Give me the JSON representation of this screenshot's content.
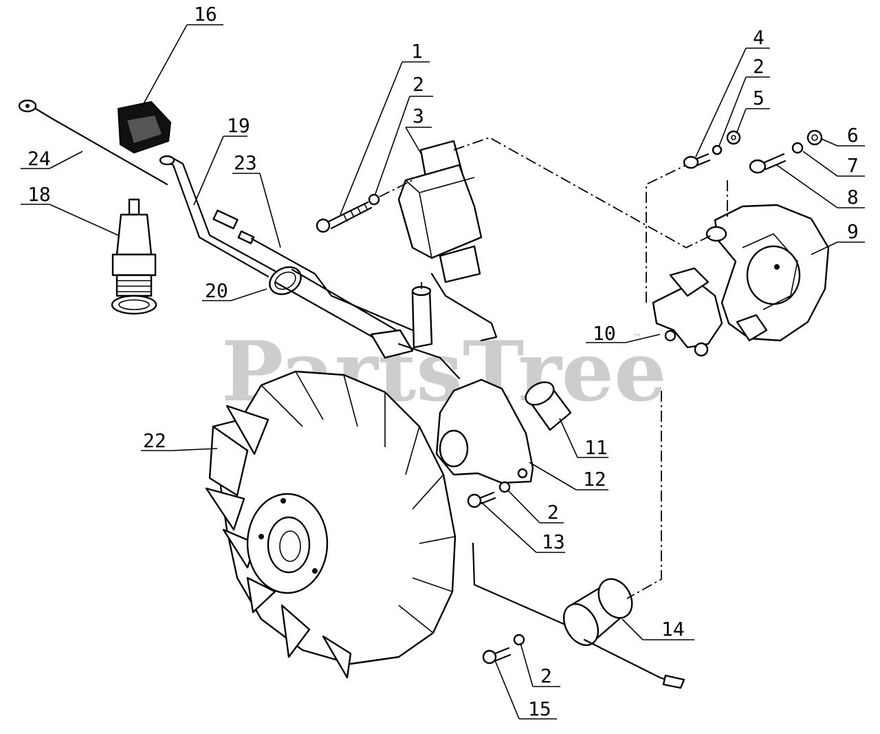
{
  "watermark": {
    "text": "PartsTree",
    "trademark": "™"
  },
  "callouts": [
    {
      "id": "c16",
      "number": "16"
    },
    {
      "id": "c1",
      "number": "1"
    },
    {
      "id": "c2a",
      "number": "2"
    },
    {
      "id": "c3",
      "number": "3"
    },
    {
      "id": "c4",
      "number": "4"
    },
    {
      "id": "c2b",
      "number": "2"
    },
    {
      "id": "c5",
      "number": "5"
    },
    {
      "id": "c6",
      "number": "6"
    },
    {
      "id": "c7",
      "number": "7"
    },
    {
      "id": "c8",
      "number": "8"
    },
    {
      "id": "c9",
      "number": "9"
    },
    {
      "id": "c19",
      "number": "19"
    },
    {
      "id": "c23",
      "number": "23"
    },
    {
      "id": "c24",
      "number": "24"
    },
    {
      "id": "c18",
      "number": "18"
    },
    {
      "id": "c20",
      "number": "20"
    },
    {
      "id": "c10",
      "number": "10"
    },
    {
      "id": "c22",
      "number": "22"
    },
    {
      "id": "c11",
      "number": "11"
    },
    {
      "id": "c12",
      "number": "12"
    },
    {
      "id": "c2c",
      "number": "2"
    },
    {
      "id": "c13",
      "number": "13"
    },
    {
      "id": "c14",
      "number": "14"
    },
    {
      "id": "c2d",
      "number": "2"
    },
    {
      "id": "c15",
      "number": "15"
    }
  ]
}
